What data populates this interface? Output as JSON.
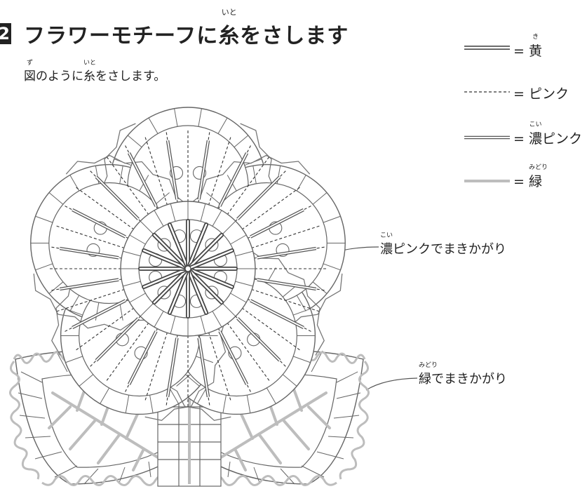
{
  "header": {
    "step_number": "2",
    "title_before": "フラワーモチーフに",
    "title_kanji": "糸",
    "title_kanji_ruby": "いと",
    "title_after": "をさします"
  },
  "instruction": {
    "kanji1": "図",
    "kanji1_ruby": "ず",
    "mid": "のように",
    "kanji2": "糸",
    "kanji2_ruby": "いと",
    "rest": "をさします。"
  },
  "legend": {
    "items": [
      {
        "line_style": "double-thick",
        "eq": "=",
        "label": "黄",
        "ruby": "き"
      },
      {
        "line_style": "dashed",
        "eq": "=",
        "label": "ピンク",
        "ruby": ""
      },
      {
        "line_style": "double",
        "eq": "=",
        "kanji": "濃",
        "label_rest": "ピンク",
        "ruby": "こい"
      },
      {
        "line_style": "solid-gray",
        "eq": "=",
        "label": "緑",
        "ruby": "みどり"
      }
    ]
  },
  "callouts": {
    "flower": {
      "kanji": "濃",
      "ruby": "こい",
      "rest": "ピンクでまきかがり"
    },
    "leaf": {
      "kanji": "緑",
      "ruby": "みどり",
      "rest": "でまきかがり"
    }
  },
  "colors": {
    "line": "#555555",
    "green": "#bdbdbd",
    "text": "#222222"
  }
}
